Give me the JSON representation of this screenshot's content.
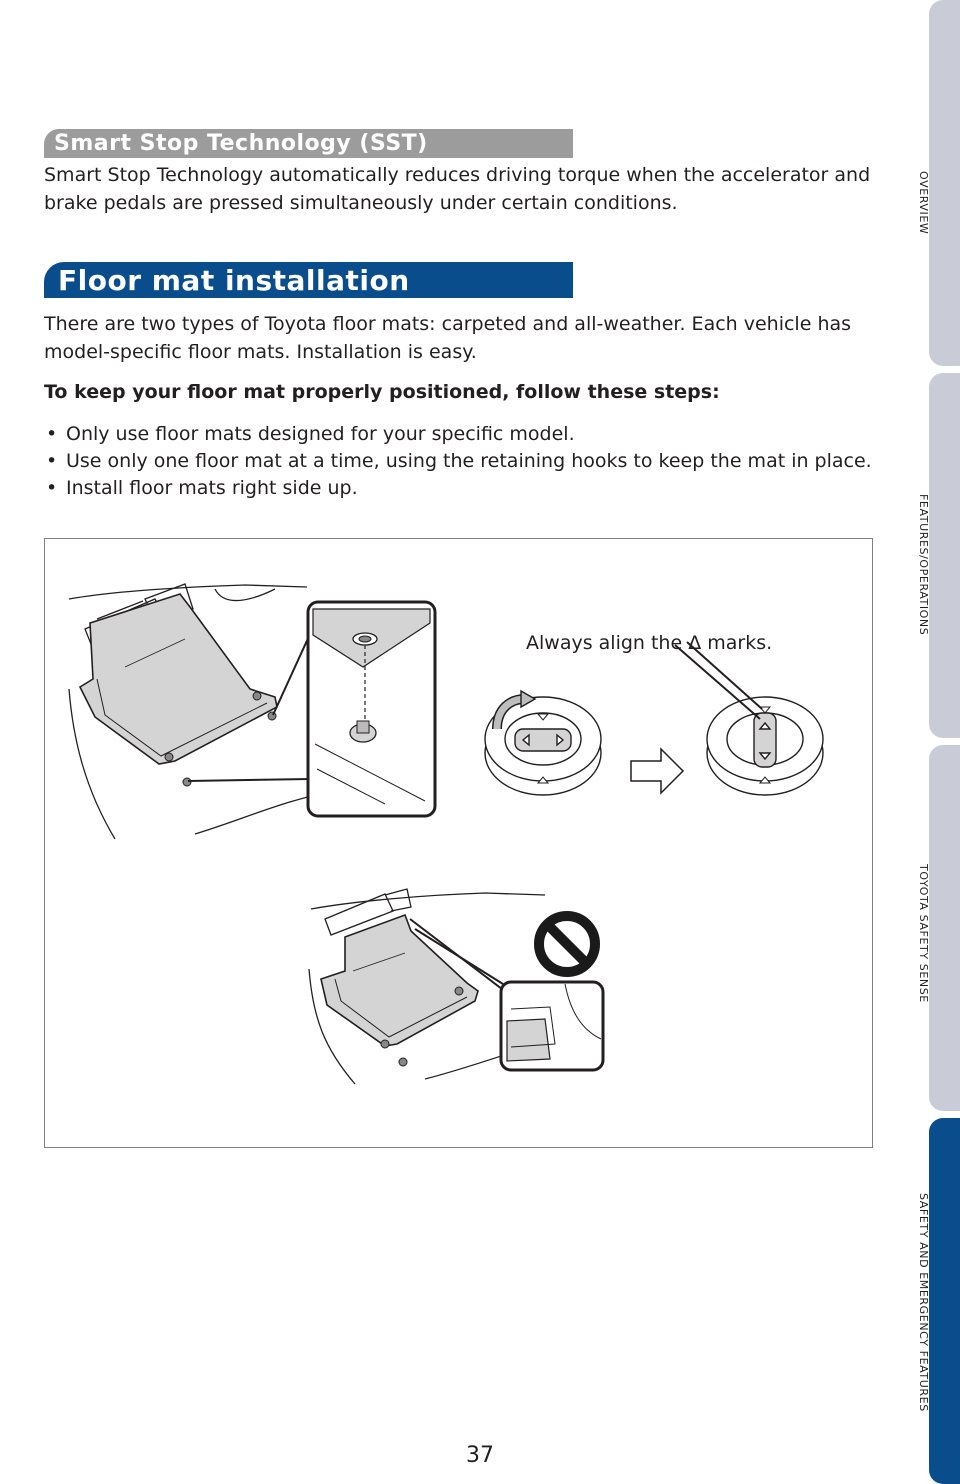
{
  "sections": {
    "sst": {
      "title": "Smart Stop Technology (SST)",
      "body": "Smart Stop Technology automatically reduces driving torque when the accelerator and brake pedals are pressed simultaneously under certain conditions."
    },
    "floor_mat": {
      "title": "Floor mat installation",
      "intro": "There are two types of Toyota floor mats: carpeted and all-weather. Each vehicle has model-specific floor mats. Installation is easy.",
      "steps_heading": "To keep your floor mat properly positioned, follow these steps:",
      "steps": [
        "Only use floor mats designed for your specific model.",
        "Use only one floor mat at a time, using the retaining hooks to keep the mat in place.",
        "Install floor mats right side up."
      ],
      "figure_caption": "Always align the Δ marks."
    }
  },
  "side_tabs": [
    {
      "label": "OVERVIEW",
      "active": false
    },
    {
      "label": "FEATURES/OPERATIONS",
      "active": false
    },
    {
      "label": "TOYOTA SAFETY SENSE",
      "active": false
    },
    {
      "label": "SAFETY AND EMERGENCY FEATURES",
      "active": true
    }
  ],
  "page_number": "37",
  "colors": {
    "section_blue": "#0a4d8c",
    "section_gray": "#9c9c9c",
    "tab_inactive": "#c9ccd6",
    "prohibit_black": "#1a1a1a"
  }
}
